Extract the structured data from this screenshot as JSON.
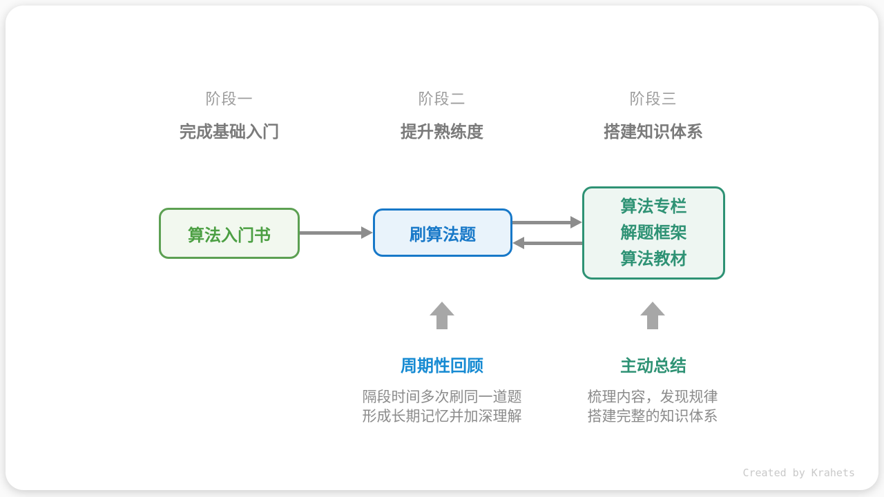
{
  "diagram": {
    "stages": [
      {
        "label": "阶段一",
        "subtitle": "完成基础入门"
      },
      {
        "label": "阶段二",
        "subtitle": "提升熟练度"
      },
      {
        "label": "阶段三",
        "subtitle": "搭建知识体系"
      }
    ],
    "nodes": {
      "intro_book": {
        "label": "算法入门书"
      },
      "practice": {
        "label": "刷算法题"
      },
      "resources": {
        "line1": "算法专栏",
        "line2": "解题框架",
        "line3": "算法教材"
      }
    },
    "annotations": {
      "review": {
        "title": "周期性回顾",
        "line1": "隔段时间多次刷同一道题",
        "line2": "形成长期记忆并加深理解"
      },
      "summarize": {
        "title": "主动总结",
        "line1": "梳理内容，发现规律",
        "line2": "搭建完整的知识体系"
      }
    },
    "footer": "Created by Krahets",
    "colors": {
      "green": "#4c9f43",
      "green_border": "#5ca052",
      "green_bg": "#f2f8ef",
      "blue": "#1778c8",
      "blue_bg": "#e9f3fb",
      "teal": "#2e9274",
      "teal_bg": "#eef6f2",
      "annotation_blue": "#168ad2",
      "arrow_gray": "#8d8d8d",
      "up_arrow_gray": "#a7a7a7",
      "stage_label_gray": "#9c9c9c",
      "stage_subtitle_gray": "#7a7a7a",
      "description_gray": "#8b8b8b",
      "footer_gray": "#c9c9c9"
    }
  }
}
